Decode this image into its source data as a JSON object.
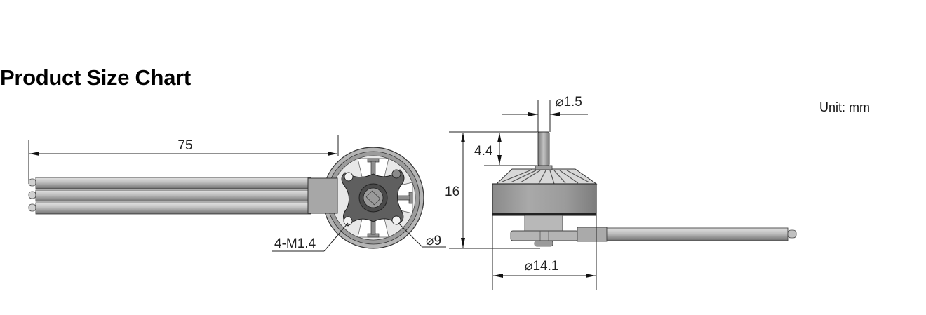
{
  "title": "Product Size Chart",
  "unit_label": "Unit: mm",
  "colors": {
    "line": "#222222",
    "body": "#9a9a9a",
    "body_dark": "#6e6e6e",
    "body_light": "#c8c8c8",
    "wire": "#b0b0b0",
    "background": "#ffffff"
  },
  "front_view": {
    "dimensions": {
      "wire_length": "75",
      "mount_holes": "4-M1.4",
      "hole_pitch_diameter": "⌀9"
    }
  },
  "side_view": {
    "dimensions": {
      "shaft_diameter": "⌀1.5",
      "shaft_length": "4.4",
      "total_height": "16",
      "body_diameter": "⌀14.1"
    }
  }
}
